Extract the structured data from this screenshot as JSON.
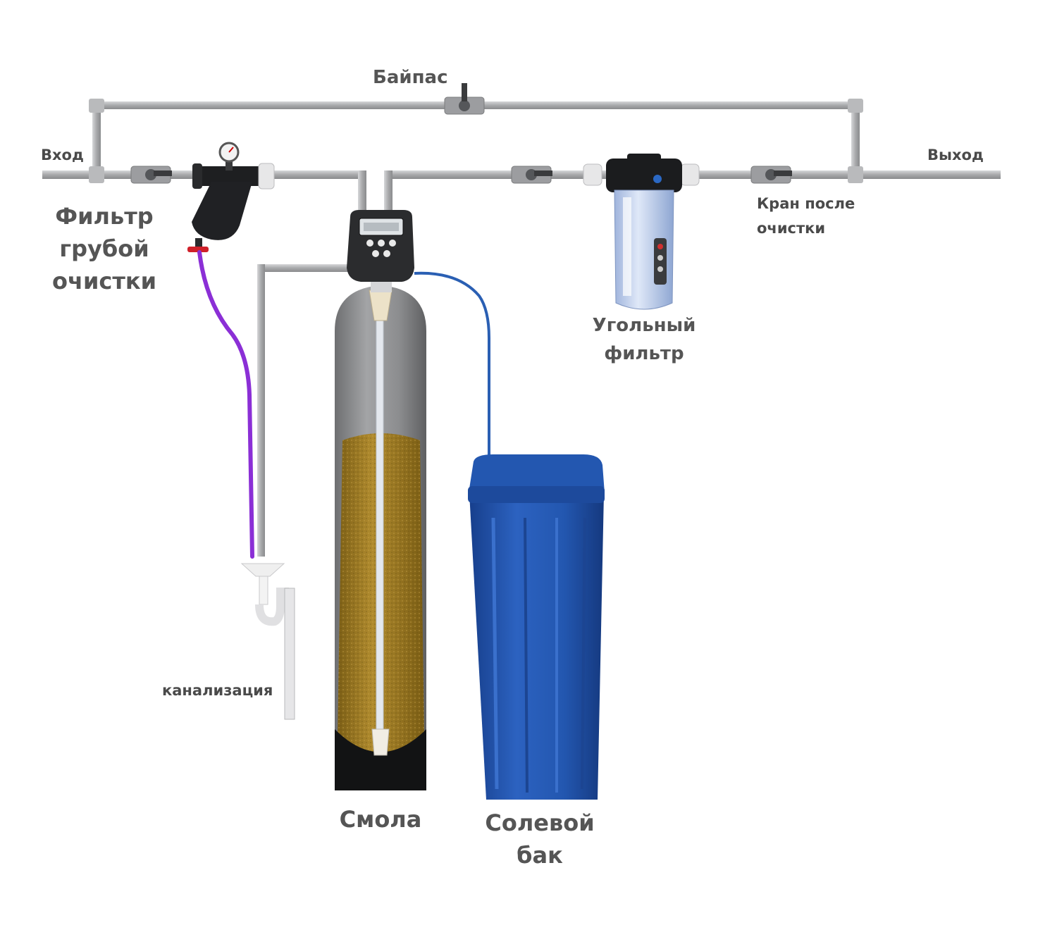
{
  "labels": {
    "bypass": "Байпас",
    "inlet": "Вход",
    "outlet": "Выход",
    "coarse_filter": [
      "Фильтр",
      "грубой",
      "очистки"
    ],
    "tap_after": [
      "Кран после",
      "очистки"
    ],
    "carbon_filter": [
      "Угольный",
      "фильтр"
    ],
    "sewer": "канализация",
    "resin": "Смола",
    "brine_tank": [
      "Солевой",
      "бак"
    ]
  },
  "colors": {
    "pipe": "#a8a9ab",
    "drain_hose": "#8b2fd6",
    "brine_line": "#2a5fb3",
    "resin_fill": "#9c7a24",
    "tank_shell": "#8d8e90",
    "brine_tank": "#1f4fa8",
    "control_head": "#2b2b2b"
  }
}
